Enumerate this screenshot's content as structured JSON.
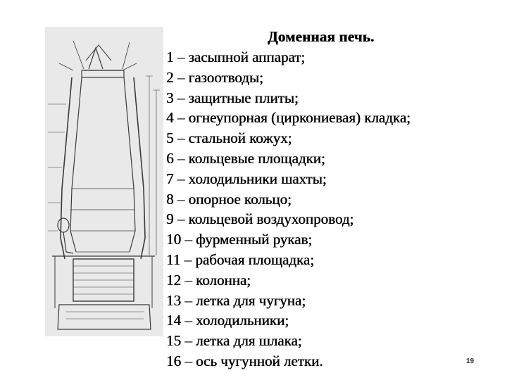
{
  "slide": {
    "title": "Доменная печь.",
    "items": [
      "1 – засыпной аппарат;",
      "2 – газоотводы;",
      "3 – защитные плиты;",
      "4 – огнеупорная (циркониевая) кладка;",
      "5 – стальной кожух;",
      "6 – кольцевые площадки;",
      "7 – холодильники шахты;",
      "8 – опорное кольцо;",
      "9 – кольцевой воздухопровод;",
      "10 – фурменный рукав;",
      "11 – рабочая площадка;",
      "12 – колонна;",
      "13 – летка для чугуна;",
      "14 – холодильники;",
      "15 – летка для шлака;",
      "16 – ось чугунной летки."
    ],
    "page_number": "19"
  }
}
